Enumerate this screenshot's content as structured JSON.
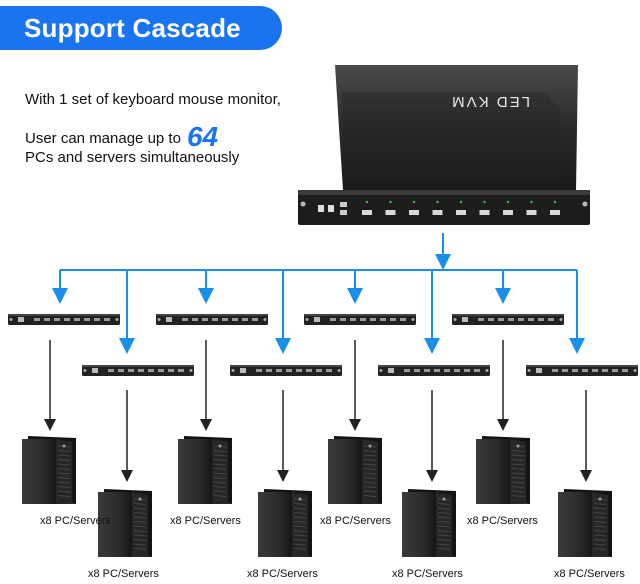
{
  "banner": {
    "title": "Support Cascade"
  },
  "intro": {
    "line1": "With 1 set of keyboard mouse monitor,",
    "line2": "User can manage up to",
    "count": "64",
    "line3": "PCs and servers simultaneously"
  },
  "kvm": {
    "screen_label": "LED KVM"
  },
  "servers": {
    "caption": "x8 PC/Servers"
  },
  "colors": {
    "accent": "#1a74f0",
    "arrow": "#1a8fe8",
    "device": "#1f1f1f"
  }
}
